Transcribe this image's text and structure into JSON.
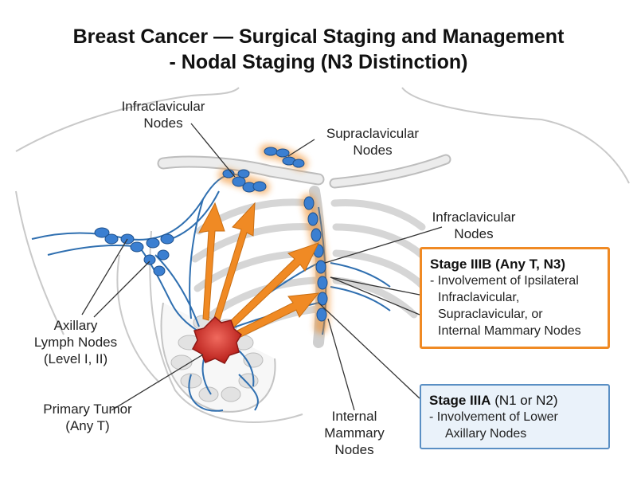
{
  "title": {
    "line1": "Breast Cancer — Surgical Staging and Management",
    "line2": "- Nodal Staging (N3 Distinction)"
  },
  "labels": {
    "infraclavicular_top": [
      "Infraclavicular",
      "Nodes"
    ],
    "supraclavicular": [
      "Supraclavicular",
      "Nodes"
    ],
    "infraclavicular_right": [
      "Infraclavicular",
      "Nodes"
    ],
    "axillary": [
      "Axillary",
      "Lymph Nodes",
      "(Level I, II)"
    ],
    "primary_tumor": [
      "Primary Tumor",
      "(Any T)"
    ],
    "internal_mammary": [
      "Internal",
      "Mammary",
      "Nodes"
    ]
  },
  "stage_boxes": {
    "iiib": {
      "heading": "Stage IIIB (Any T, N3)",
      "lines": [
        "- Involvement of Ipsilateral",
        "Infraclavicular,",
        "Supraclavicular, or",
        "Internal Mammary Nodes"
      ]
    },
    "iiia": {
      "heading_bold": "Stage IIIA",
      "heading_rest": " (N1 or N2)",
      "lines": [
        "- Involvement of Lower",
        "Axillary Nodes"
      ]
    }
  },
  "colors": {
    "node_blue": "#3b7fd1",
    "vessel_blue": "#2f6fb0",
    "highlight_orange": "#f08a24",
    "tumor_red": "#d9312b"
  }
}
